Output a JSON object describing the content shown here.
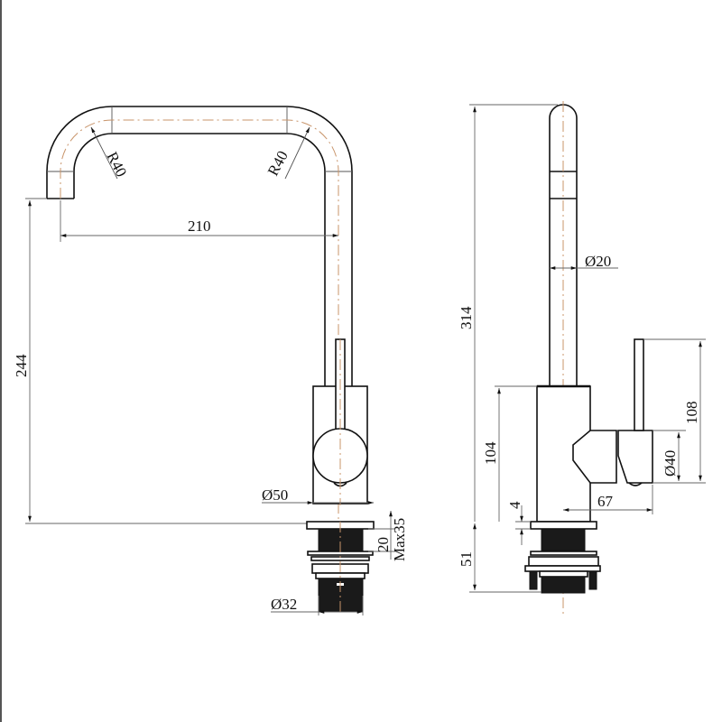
{
  "drawing": {
    "title": "Kitchen mixer tap dimension drawing",
    "colors": {
      "outline": "#111111",
      "centerline": "#c8946a",
      "dimension_line": "#666666",
      "thread_fill": "#1a1a1a",
      "border": "#555555"
    },
    "front_view": {
      "radius_left": "R40",
      "radius_right": "R40",
      "spout_reach": "210",
      "spout_height": "244",
      "body_diameter": "Ø50",
      "shank_length": "20",
      "max_deck_thickness": "Max35",
      "shank_diameter": "Ø32"
    },
    "side_view": {
      "overall_height": "314",
      "spout_diameter": "Ø20",
      "handle_height": "108",
      "body_height": "104",
      "handle_diameter": "Ø40",
      "base_plate": "4",
      "handle_projection": "67",
      "below_deck": "51"
    }
  }
}
